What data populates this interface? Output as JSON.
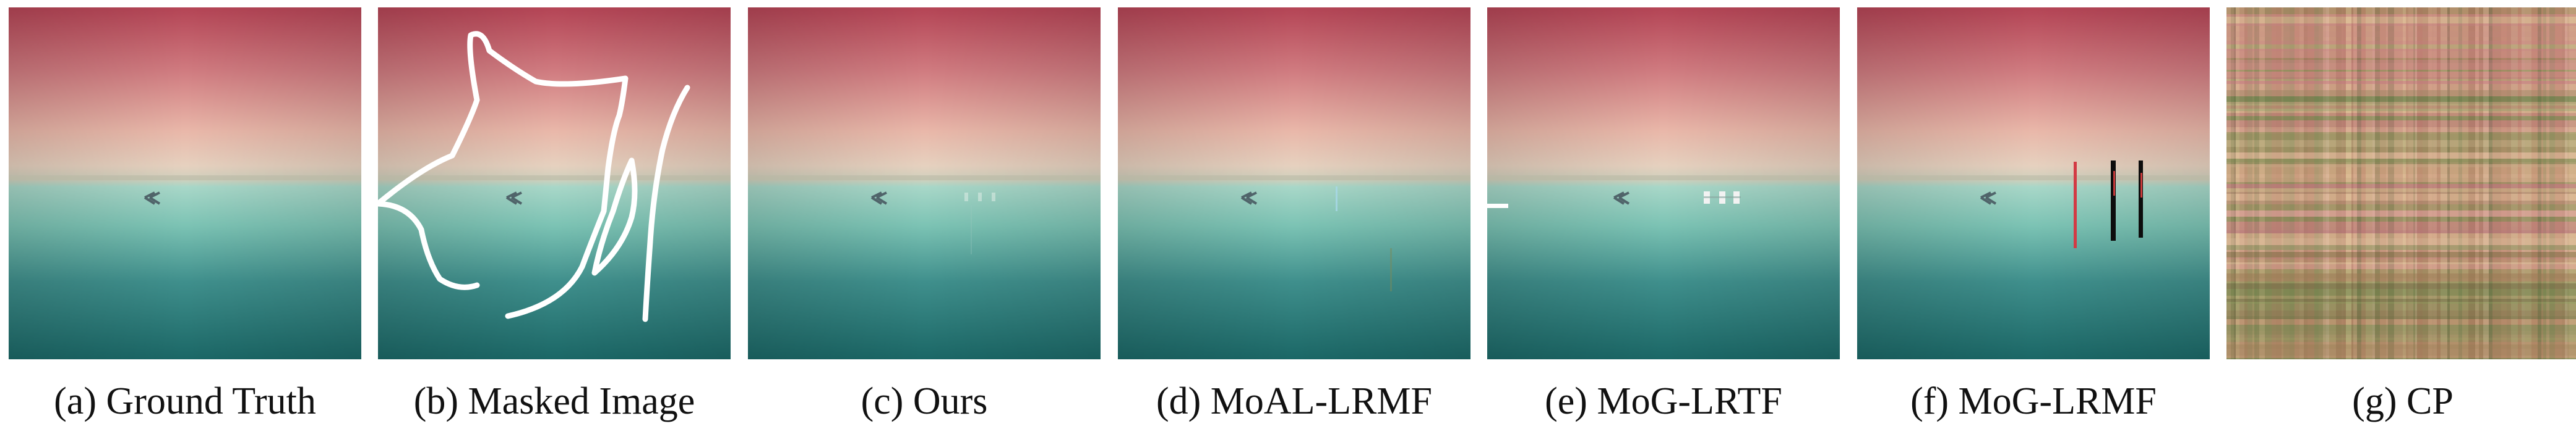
{
  "figure": {
    "panels": [
      {
        "id": "a",
        "caption": "(a) Ground Truth"
      },
      {
        "id": "b",
        "caption": "(b) Masked Image"
      },
      {
        "id": "c",
        "caption": "(c) Ours"
      },
      {
        "id": "d",
        "caption": "(d) MoAL-LRMF"
      },
      {
        "id": "e",
        "caption": "(e) MoG-LRTF"
      },
      {
        "id": "f",
        "caption": "(f) MoG-LRMF"
      },
      {
        "id": "g",
        "caption": "(g) CP"
      }
    ]
  },
  "colors": {
    "sky_top": "#b94a5a",
    "sky_mid": "#e7b1a7",
    "horizon": "#d8d4bf",
    "sea_top": "#9fd4c6",
    "sea_mid": "#4a9b94",
    "sea_bottom": "#1f6d6c",
    "mask_stroke": "#ffffff",
    "artifact_red": "#d33a44",
    "artifact_black": "#0d0d0d"
  }
}
